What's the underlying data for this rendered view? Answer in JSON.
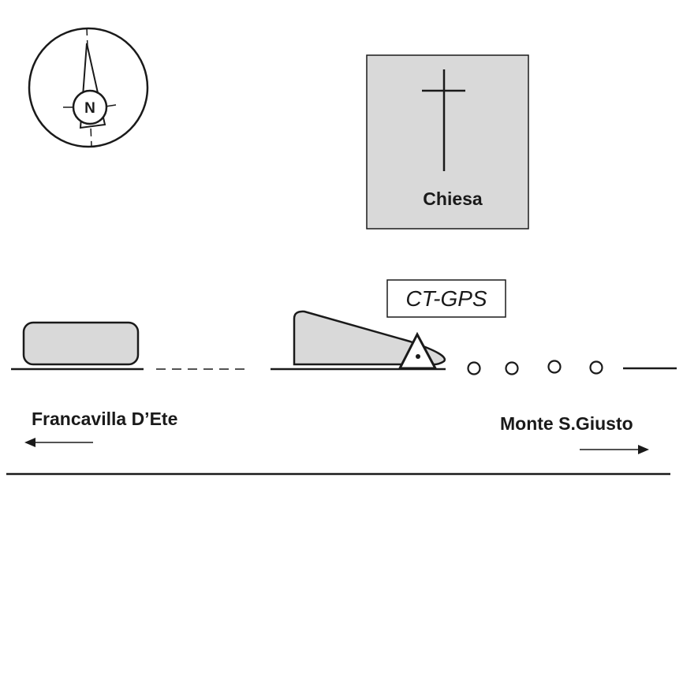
{
  "labels": {
    "church": "Chiesa",
    "station": "CT-GPS",
    "left_town": "Francavilla D’Ete",
    "right_town": "Monte S.Giusto"
  },
  "compass": {
    "letter": "N"
  },
  "colors": {
    "stroke": "#1a1a1a",
    "fill_grey": "#d9d9d9",
    "background": "#ffffff"
  },
  "icons": {
    "church": "cross-icon",
    "station": "triangle-benchmark-icon",
    "compass": "north-arrow-icon"
  }
}
